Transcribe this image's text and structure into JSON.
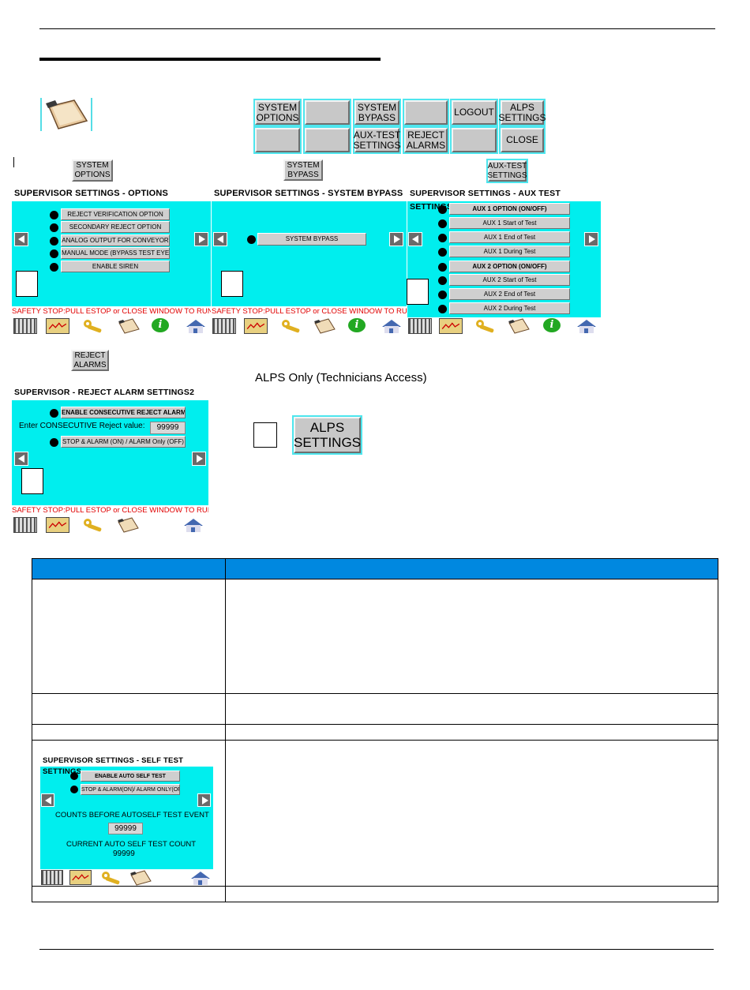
{
  "toolbar": {
    "row1": [
      "SYSTEM\nOPTIONS",
      "",
      "SYSTEM\nBYPASS",
      "",
      "LOGOUT",
      "ALPS\nSETTINGS"
    ],
    "row2": [
      "",
      "",
      "AUX-TEST\nSETTINGS",
      "REJECT\nALARMS",
      "",
      "CLOSE"
    ]
  },
  "small_buttons": {
    "system_options": "SYSTEM\nOPTIONS",
    "system_bypass": "SYSTEM\nBYPASS",
    "aux_test": "AUX-TEST\nSETTINGS",
    "reject_alarms": "REJECT\nALARMS"
  },
  "options_panel": {
    "title": "SUPERVISOR SETTINGS  - OPTIONS",
    "buttons": [
      "REJECT VERIFICATION OPTION",
      "SECONDARY REJECT OPTION",
      "ANALOG OUTPUT FOR CONVEYOR",
      "MANUAL MODE (BYPASS TEST EYE)",
      "ENABLE SIREN"
    ],
    "stop_text": "SAFETY STOP:PULL ESTOP or CLOSE WINDOW TO RUN"
  },
  "bypass_panel": {
    "title": "SUPERVISOR SETTINGS - SYSTEM BYPASS",
    "button": "SYSTEM BYPASS",
    "stop_text": "SAFETY STOP:PULL ESTOP or CLOSE WINDOW TO RUN"
  },
  "aux_panel": {
    "title": "SUPERVISOR SETTINGS - AUX TEST SETTINGS",
    "buttons": [
      "AUX 1 OPTION (ON/OFF)",
      "AUX 1 Start of Test",
      "AUX 1 End of Test",
      "AUX 1 During Test",
      "AUX 2 OPTION (ON/OFF)",
      "AUX 2 Start of Test",
      "AUX 2 End of Test",
      "AUX 2 During Test"
    ]
  },
  "reject_panel": {
    "title": "SUPERVISOR - REJECT ALARM SETTINGS2",
    "enable_button": "ENABLE CONSECUTIVE REJECT ALARM",
    "value_label": "Enter CONSECUTIVE Reject value:",
    "value": "99999",
    "stop_alarm_button": "STOP & ALARM (ON) / ALARM Only (OFF)",
    "stop_text": "SAFETY STOP:PULL ESTOP or CLOSE WINDOW TO RUN"
  },
  "alps": {
    "heading": "ALPS Only (Technicians Access)",
    "button": "ALPS\nSETTINGS"
  },
  "self_test_panel": {
    "title": "SUPERVISOR SETTINGS - SELF TEST SETTINGS",
    "buttons": [
      "ENABLE AUTO SELF TEST",
      "STOP & ALARM(ON)/ ALARM ONLY(OFF)"
    ],
    "counts_label": "COUNTS BEFORE AUTOSELF TEST EVENT",
    "counts_value": "99999",
    "current_label": "CURRENT AUTO SELF TEST COUNT",
    "current_value": "99999"
  }
}
